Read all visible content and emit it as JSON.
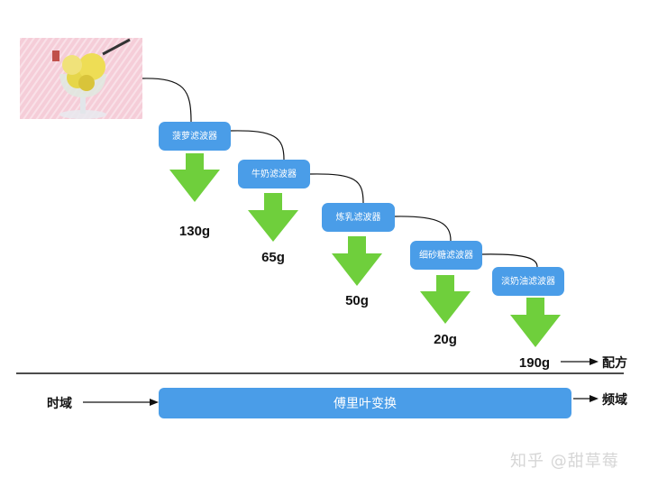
{
  "filters": [
    {
      "label": "菠萝滤波器",
      "amount": "130g"
    },
    {
      "label": "牛奶滤波器",
      "amount": "65g"
    },
    {
      "label": "炼乳滤波器",
      "amount": "50g"
    },
    {
      "label": "细砂糖滤波器",
      "amount": "20g"
    },
    {
      "label": "淡奶油滤波器",
      "amount": "190g"
    }
  ],
  "recipe_label": "配方",
  "time_domain_label": "时域",
  "transform_label": "傅里叶变换",
  "frequency_domain_label": "频域",
  "watermark": "知乎 @甜草莓",
  "colors": {
    "box": "#4a9de8",
    "arrow": "#6fcf3c",
    "photo_bg": "#f3c4d0"
  }
}
